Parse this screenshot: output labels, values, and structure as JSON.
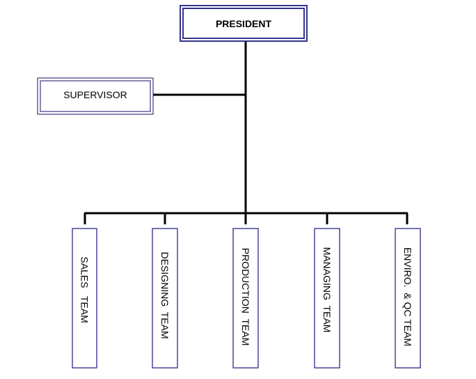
{
  "org_chart": {
    "president": {
      "label": "PRESIDENT"
    },
    "supervisor": {
      "label": "SUPERVISOR"
    },
    "teams": [
      {
        "label": "SALES   TEAM"
      },
      {
        "label": "DESIGNING  TEAM"
      },
      {
        "label": "PRODUCTION  TEAM"
      },
      {
        "label": "MANAGING  TEAM"
      },
      {
        "label": "ENVIRO.  & QC TEAM"
      }
    ]
  },
  "colors": {
    "box_border": "#33338a",
    "team_border": "#2a2a8c",
    "line": "#000000",
    "text": "#000000"
  }
}
